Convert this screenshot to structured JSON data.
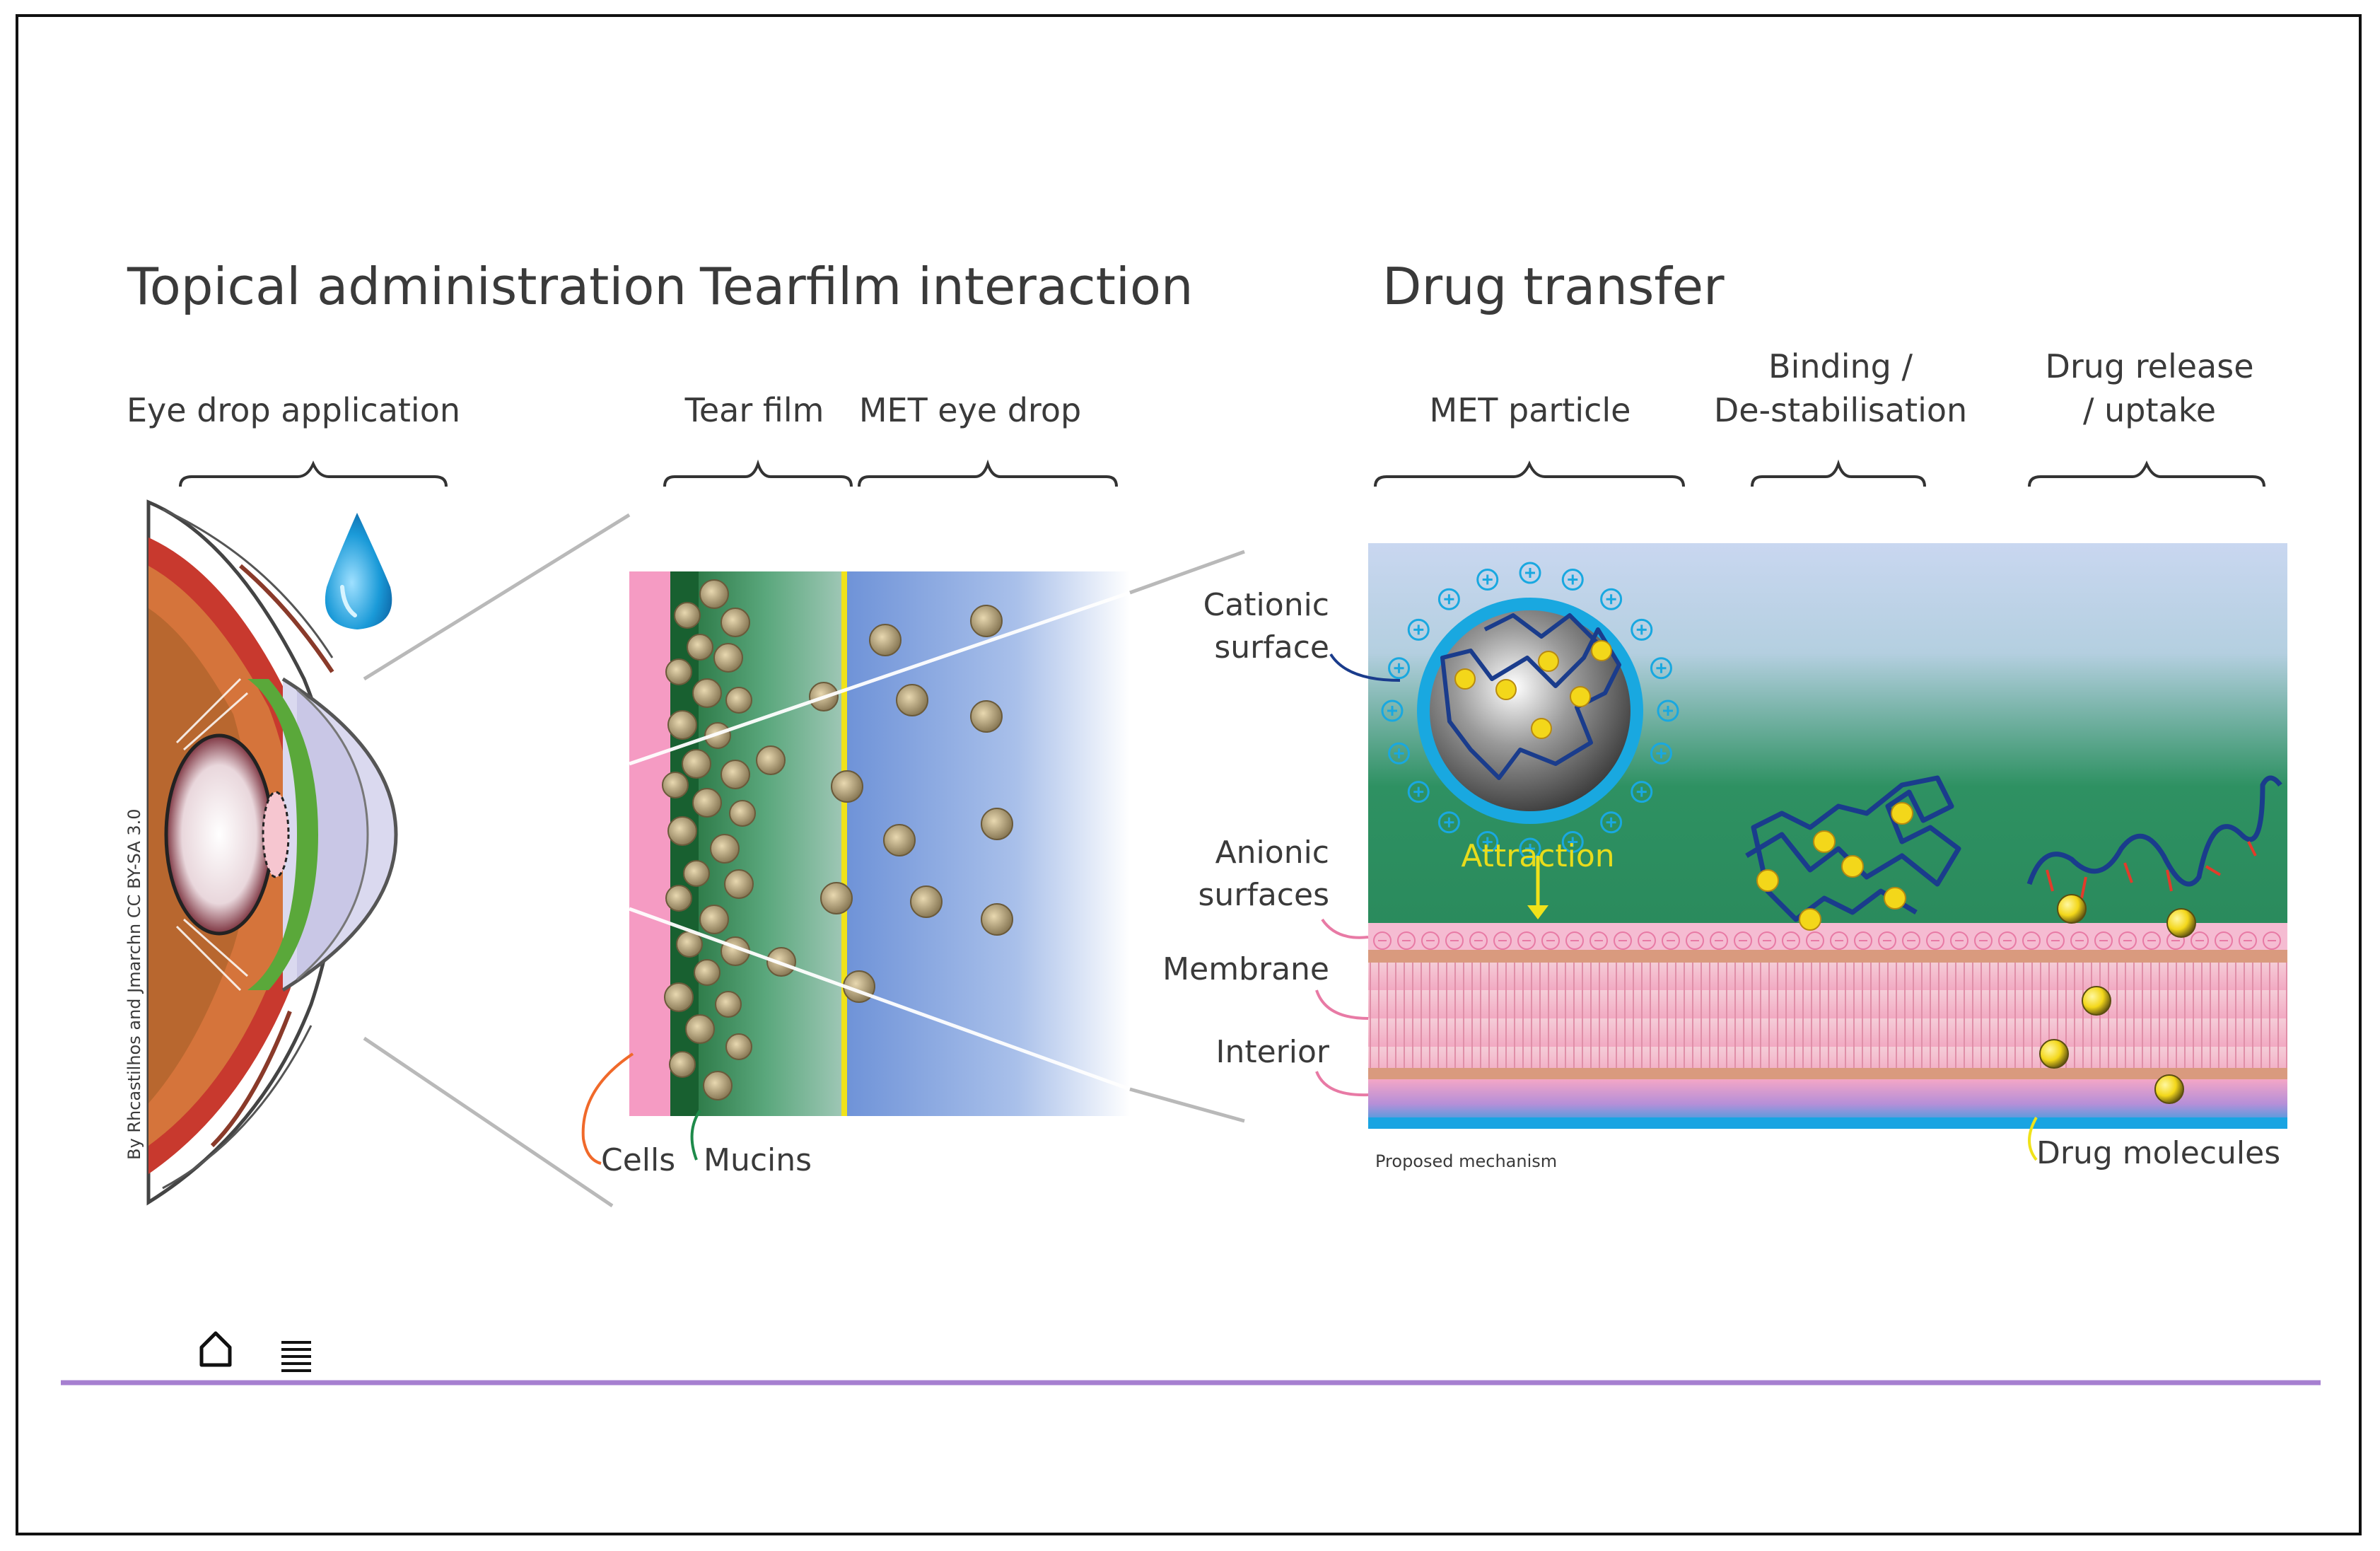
{
  "sections": {
    "topical": {
      "title": "Topical administration",
      "sub": "Eye drop application"
    },
    "tearfilm": {
      "title": "Tearfilm interaction",
      "sub_tear": "Tear film",
      "sub_met": "MET eye drop"
    },
    "transfer": {
      "title": "Drug transfer",
      "sub_particle": "MET particle",
      "sub_binding_1": "Binding /",
      "sub_binding_2": "De-stabilisation",
      "sub_release_1": "Drug release",
      "sub_release_2": "/ uptake"
    }
  },
  "labels": {
    "cationic_1": "Cationic",
    "cationic_2": "surface",
    "anionic_1": "Anionic",
    "anionic_2": "surfaces",
    "membrane": "Membrane",
    "interior": "Interior",
    "attraction": "Attraction",
    "cells": "Cells",
    "mucins": "Mucins",
    "drug_molecules": "Drug molecules",
    "proposed": "Proposed mechanism",
    "credit": "By Rhcastilhos and Jmarchn CC BY-SA 3.0"
  },
  "icons": {
    "home": "home-icon",
    "menu": "menu-icon",
    "drop": "water-drop-icon"
  },
  "colors": {
    "accent_line": "#a67fd0",
    "mucin_green": "#1f7a40",
    "cell_pink": "#f28bb8",
    "tear_blue": "#6f93d8",
    "cationic_cyan": "#19a8e0",
    "attraction_yellow": "#e8dc1c"
  }
}
